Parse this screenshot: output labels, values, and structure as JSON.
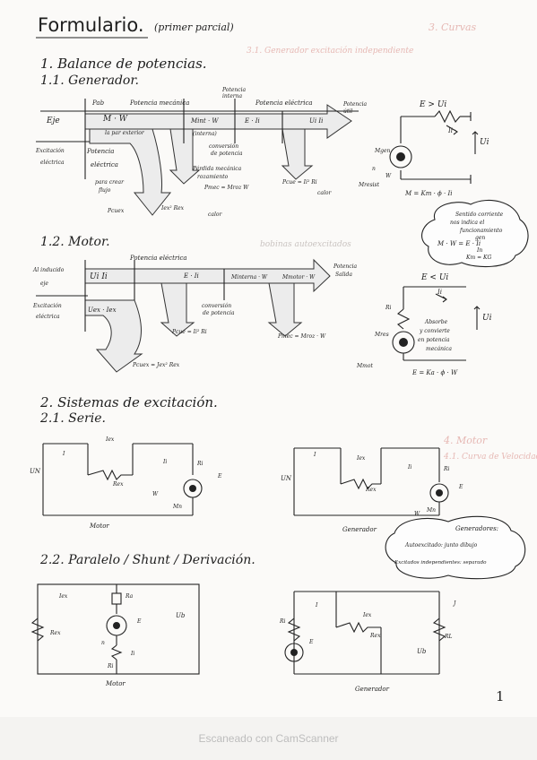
{
  "page": {
    "title": "Formulario.",
    "subtitle": "(primer parcial)",
    "page_number": "1",
    "footer": "Escaneado con CamScanner"
  },
  "ghost_text": {
    "g1": "3. Curvas",
    "g2": "3.1. Generador excitación independiente",
    "g3": "bobinas autoexcitados",
    "g4": "4. Motor",
    "g5": "4.1. Curva de Velocidad"
  },
  "sec1": {
    "heading": "1. Balance de potencias.",
    "sub1": "1.1. Generador.",
    "gen": {
      "p_ab": "Pab",
      "potencia_mecanica": "Potencia mecánica",
      "potencia_interna": "Potencia interna",
      "potencia_electrica": "Potencia eléctrica",
      "potencia_util": "Potencia útil",
      "eje": "Eje",
      "eje_formula": "M · W",
      "par_exterior": "la par exterior",
      "m_int": "Mint · W",
      "interna": "(interna)",
      "e_i": "E · Ii",
      "u_i": "Ui Ii",
      "excitacion_1": "Excitación",
      "excitacion_2": "eléctrica",
      "pot_elec_1": "Potencia",
      "pot_elec_2": "eléctrica",
      "conversion_1": "conversión",
      "conversion_2": "de potencia",
      "perdida_mec_1": "Pérdida mecánica",
      "perdida_mec_2": "rozamiento",
      "p_mec": "Pmec = Mroz W",
      "p_cue": "Pcue = Ii² Ri",
      "calor_1": "calor",
      "para_crear_1": "para crear",
      "para_crear_2": "flujo",
      "p_cuex": "Pcuex",
      "i_ex": "Iex² Rex",
      "calor_2": "calor",
      "circuit_top": "E > Ui",
      "circuit_ii": "Ii",
      "circuit_ui": "Ui",
      "m_gen": "Mgen",
      "m_resist": "Mresist",
      "n_label": "n",
      "w_label": "W",
      "m_formula": "M = Km · ϕ · Ii",
      "cloud_1": "Sentido corriente",
      "cloud_2": "nos indica el",
      "cloud_3": "funcionamiento",
      "cloud_4": "M · W = E · Ii",
      "cloud_5": "Km = KG",
      "cloud_gen": "gen",
      "cloud_in": "In"
    },
    "sub2": "1.2. Motor.",
    "mot": {
      "potencia_electrica": "Potencia eléctrica",
      "potencia_salida_1": "Potencia",
      "potencia_salida_2": "Salida",
      "al_inducido_1": "Al inducido",
      "al_inducido_2": "eje",
      "u_i": "Ui Ii",
      "e_i": "E · Ii",
      "m_interna": "Minterna · W",
      "m_motor": "Mmotor · W",
      "excitacion_1": "Excitación",
      "excitacion_2": "eléctrica",
      "uex": "Uex · Iex",
      "conversion_1": "conversión",
      "conversion_2": "de potencia",
      "p_cue": "Pcue = Ii² Ri",
      "p_mec": "Pmec = Mroz · W",
      "p_cuex": "Pcuex = Jex² Rex",
      "circuit_top": "E < Ui",
      "circuit_ii": "Ii",
      "circuit_ui": "Ui",
      "ri": "Ri",
      "m_res": "Mres",
      "m_mot": "Mmot",
      "absorbe_1": "Absorbe",
      "absorbe_2": "y convierte",
      "absorbe_3": "en potencia",
      "absorbe_4": "mecánica",
      "e_formula": "E = Ka · ϕ · W"
    }
  },
  "sec2": {
    "heading": "2. Sistemas de excitación.",
    "sub1": "2.1. Serie.",
    "serie": {
      "iex": "Iex",
      "i": "I",
      "rex": "Rex",
      "ii": "Ii",
      "ri": "Ri",
      "e": "E",
      "un": "UN",
      "w": "W",
      "mn": "Mn",
      "motor_label": "Motor",
      "gen_label": "Generador",
      "gen_iex": "Iex",
      "gen_i": "I",
      "gen_rex": "Rex",
      "gen_ii": "Ii",
      "gen_ri": "Ri",
      "gen_e": "E",
      "gen_un": "UN",
      "gen_w": "W",
      "gen_mn": "Mn",
      "cloud_title": "Generadores:",
      "cloud_line1": "Autoexcitado: junto dibujo",
      "cloud_line2": "Excitados independientes: separado"
    },
    "sub2": "2.2. Paralelo / Shunt / Derivación.",
    "paralelo": {
      "iex": "Iex",
      "rex": "Rex",
      "ra": "Ra",
      "e": "E",
      "n": "n",
      "ri": "Ri",
      "ii": "Ii",
      "ub": "Ub",
      "motor_label": "Motor",
      "gen_i": "I",
      "gen_iex": "Iex",
      "gen_rex": "Rex",
      "gen_ri": "Ri",
      "gen_e": "E",
      "gen_ub": "Ub",
      "gen_rl": "RL",
      "gen_j": "J",
      "gen_label": "Generador"
    }
  }
}
